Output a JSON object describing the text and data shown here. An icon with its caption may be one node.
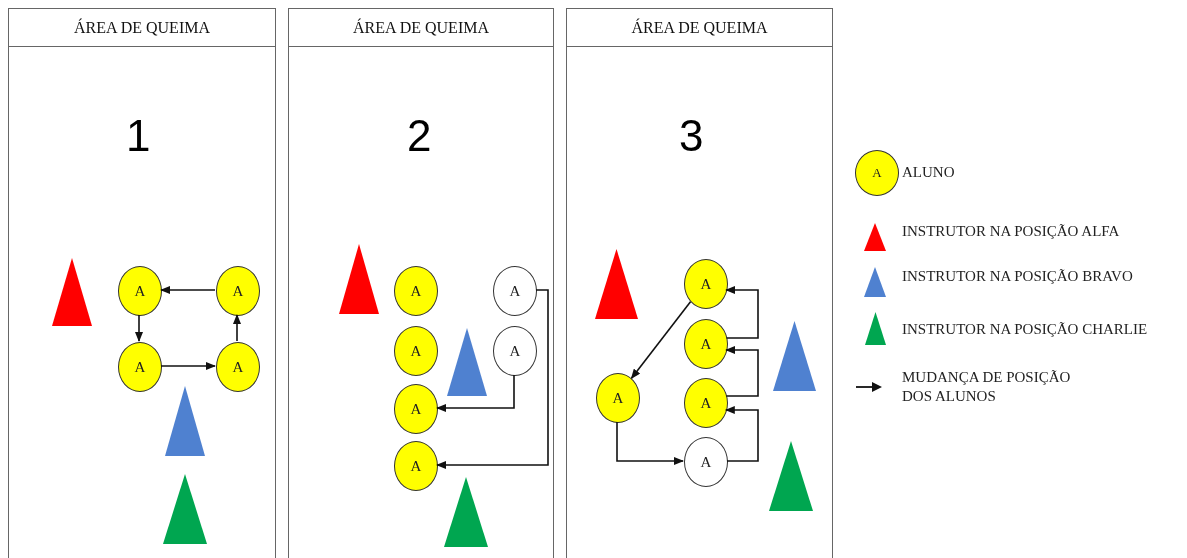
{
  "diagram": {
    "nodes": [
      {
        "text": [
          "ÁREA DE QUEIMA",
          "1"
        ]
      },
      {
        "text": [],
        "shape": "triangle",
        "in": 0
      },
      {
        "text": [
          "A"
        ],
        "in": 0
      },
      {
        "text": [
          "A"
        ],
        "in": 0
      },
      {
        "text": [
          "A"
        ],
        "in": 0
      },
      {
        "text": [
          "A"
        ],
        "in": 0
      },
      {
        "text": [],
        "shape": "triangle",
        "in": 0
      },
      {
        "text": [],
        "shape": "triangle",
        "in": 0
      },
      {
        "text": [
          "ÁREA DE QUEIMA",
          "2"
        ]
      },
      {
        "text": [],
        "shape": "triangle",
        "in": 8
      },
      {
        "text": [
          "A"
        ],
        "in": 8
      },
      {
        "text": [
          "A"
        ],
        "in": 8
      },
      {
        "text": [
          "A"
        ],
        "in": 8
      },
      {
        "text": [],
        "shape": "triangle",
        "in": 8
      },
      {
        "text": [
          "A"
        ],
        "in": 8
      },
      {
        "text": [
          "A"
        ],
        "in": 8
      },
      {
        "text": [
          "A"
        ],
        "in": 8
      },
      {
        "text": [],
        "shape": "triangle",
        "in": 8
      },
      {
        "text": [
          "ÁREA DE QUEIMA",
          "3"
        ]
      },
      {
        "text": [],
        "shape": "triangle",
        "in": 18
      },
      {
        "text": [
          "A"
        ],
        "in": 18
      },
      {
        "text": [
          "A"
        ],
        "in": 18
      },
      {
        "text": [],
        "shape": "triangle",
        "in": 18
      },
      {
        "text": [
          "A"
        ],
        "in": 18
      },
      {
        "text": [
          "A"
        ],
        "in": 18
      },
      {
        "text": [
          "A"
        ],
        "in": 18
      },
      {
        "text": [],
        "shape": "triangle",
        "in": 18
      }
    ],
    "edges": [
      {
        "from": 3,
        "to": 2,
        "arrow": "to"
      },
      {
        "from": 2,
        "to": 4,
        "arrow": "to"
      },
      {
        "from": 4,
        "to": 5,
        "arrow": "to"
      },
      {
        "from": 5,
        "to": 3,
        "arrow": "to"
      },
      {
        "from": 11,
        "to": 16,
        "arrow": "to"
      },
      {
        "from": 14,
        "to": 15,
        "arrow": "to"
      },
      {
        "from": 20,
        "to": 23,
        "arrow": "to"
      },
      {
        "from": 23,
        "to": 25,
        "arrow": "to"
      },
      {
        "from": 25,
        "to": 24,
        "arrow": "to"
      },
      {
        "from": 24,
        "to": 21,
        "arrow": "to"
      },
      {
        "from": 21,
        "to": 20,
        "arrow": "to"
      }
    ],
    "labels": [
      "A"
    ],
    "legend": [
      {
        "text": "ALUNO"
      },
      {
        "text": "INSTRUTOR NA POSIÇÃO ALFA",
        "color": "#ff0000"
      },
      {
        "text": "INSTRUTOR NA POSIÇÃO BRAVO",
        "color": "#4f81d0"
      },
      {
        "text": "INSTRUTOR NA POSIÇÃO CHARLIE",
        "color": "#00a650"
      },
      {
        "text": "MUDANÇA DE POSIÇÃO DOS ALUNOS"
      }
    ]
  }
}
